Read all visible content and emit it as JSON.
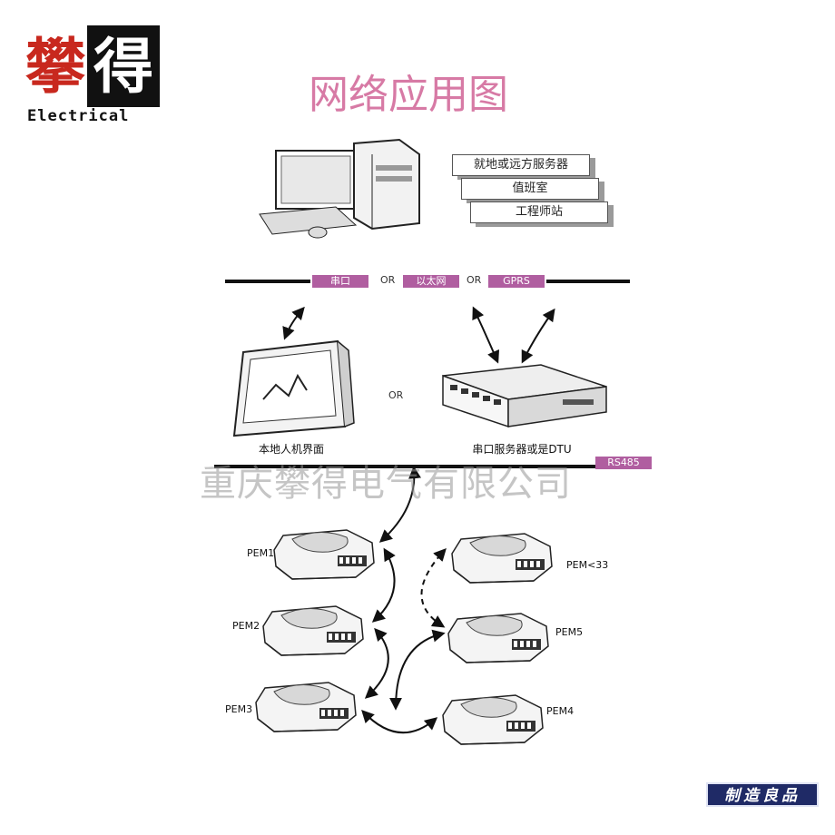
{
  "logo": {
    "char_red": "攀",
    "char_black": "得",
    "text": "Electrical"
  },
  "title": "网络应用图",
  "services": [
    "就地或远方服务器",
    "值班室",
    "工程师站"
  ],
  "top_bus": {
    "tag1": "串口",
    "or1": "OR",
    "tag2": "以太网",
    "or2": "OR",
    "tag3": "GPRS"
  },
  "middle": {
    "hmi_caption": "本地人机界面",
    "or": "OR",
    "dtu_caption": "串口服务器或是DTU"
  },
  "rs485_label": "RS485",
  "watermark": "重庆攀得电气有限公司",
  "devices": {
    "pem1": "PEM1",
    "pem2": "PEM2",
    "pem3": "PEM3",
    "pem4": "PEM4",
    "pem5": "PEM5",
    "pem33": "PEM<33"
  },
  "badge": "制造良品"
}
